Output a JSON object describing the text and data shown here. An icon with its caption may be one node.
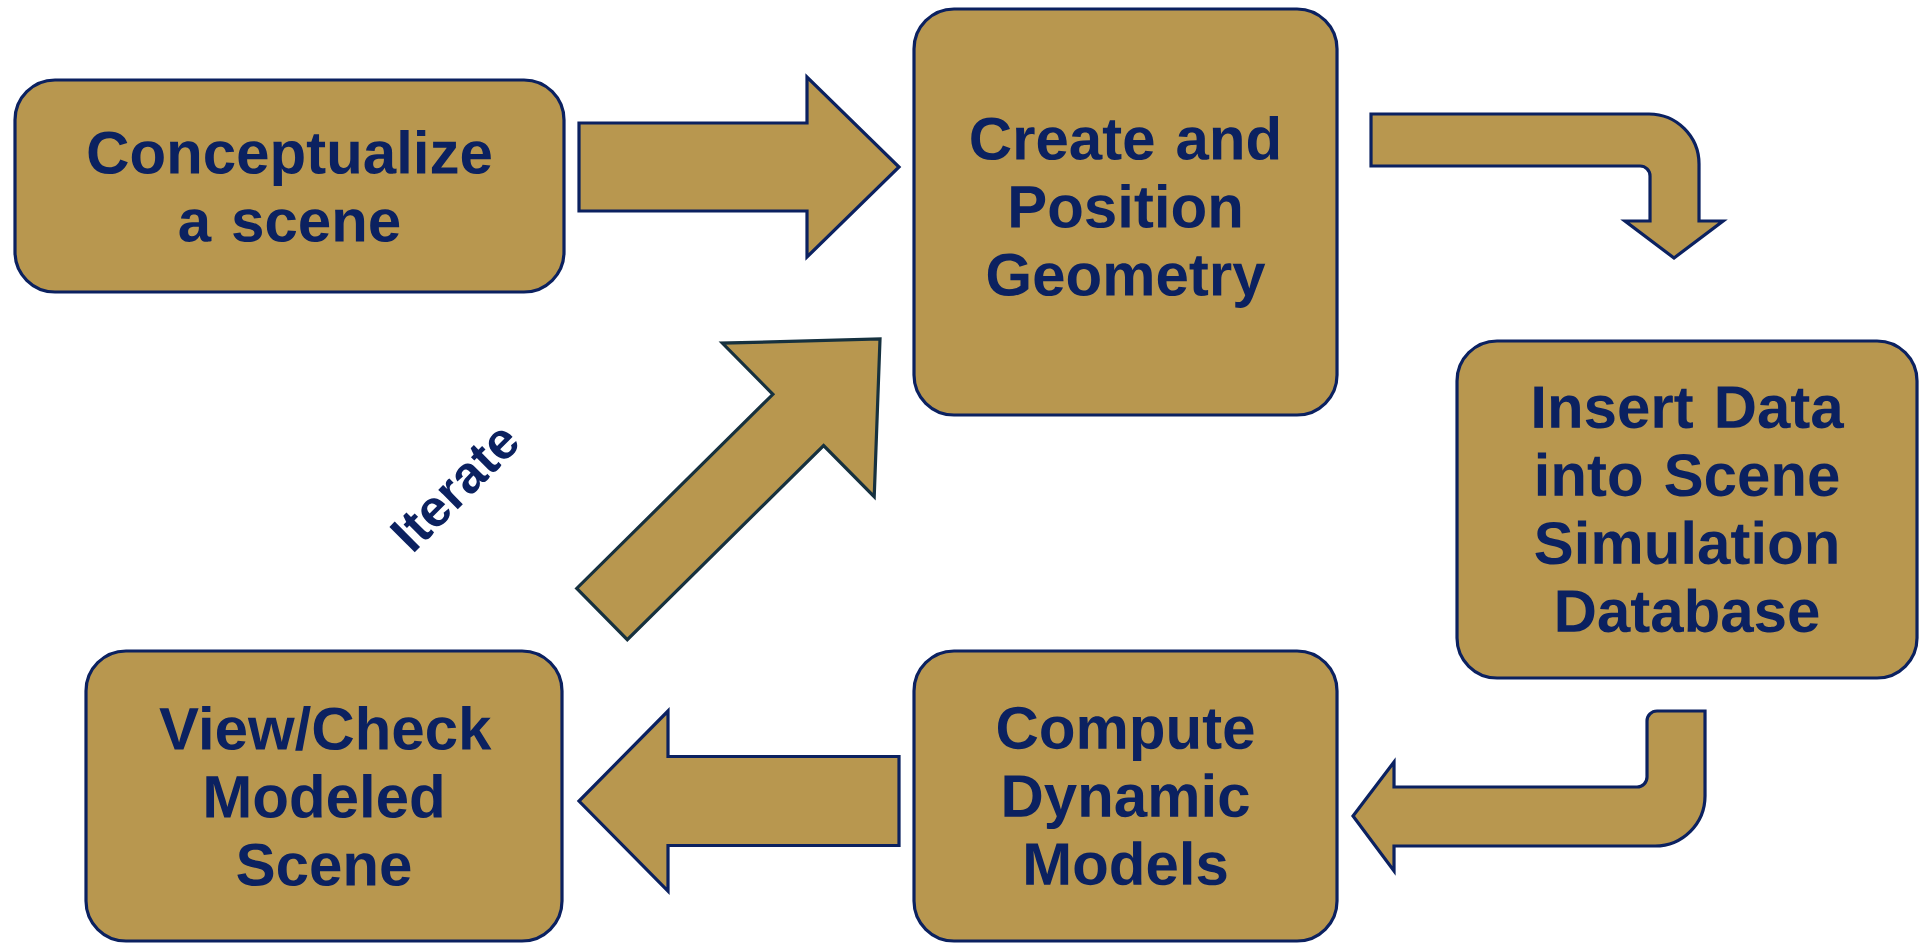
{
  "diagram": {
    "nodes": [
      {
        "text": [
          "Conceptualize a scene"
        ]
      },
      {
        "text": [
          "Create and Position Geometry"
        ]
      },
      {
        "text": [
          "Insert Data into Scene Simulation Database"
        ]
      },
      {
        "text": [
          "Compute Dynamic Models"
        ]
      },
      {
        "text": [
          "View/Check Modeled Scene"
        ]
      }
    ],
    "edges": [
      {
        "from": 0,
        "to": 1,
        "arrow": "to"
      },
      {
        "from": 1,
        "to": 2,
        "arrow": "to"
      },
      {
        "from": 2,
        "to": 3,
        "arrow": "to"
      },
      {
        "from": 3,
        "to": 4,
        "arrow": "to"
      },
      {
        "from": 4,
        "to": 1,
        "arrow": "to",
        "label": "Iterate",
        "color": "#16313f"
      }
    ]
  }
}
